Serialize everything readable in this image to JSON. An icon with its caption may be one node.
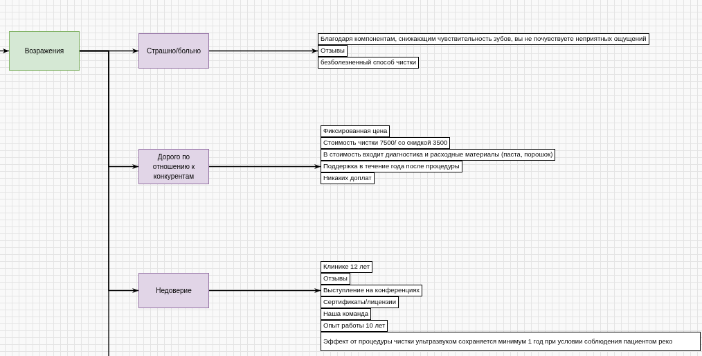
{
  "diagram": {
    "nodes": [
      {
        "text": [
          "Возражения"
        ]
      },
      {
        "text": [
          "Страшно/больно"
        ]
      },
      {
        "text": [
          "Дорого по отношению к конкурентам"
        ]
      },
      {
        "text": [
          "Недоверие"
        ]
      },
      {
        "text": [
          "Благодаря компонентам, снижающим чувствительность зубов, вы не почувствуете неприятных ощущений"
        ]
      },
      {
        "text": [
          "Отзывы"
        ]
      },
      {
        "text": [
          "безболезненный способ чистки"
        ]
      },
      {
        "text": [
          "Фиксированная цена"
        ]
      },
      {
        "text": [
          "Стоимость чистки 7500/ со скидкой 3500"
        ]
      },
      {
        "text": [
          "В стоимость входит диагностика и расходные материалы (паста, порошок)"
        ]
      },
      {
        "text": [
          "Поддержка в течение года после процедуры"
        ]
      },
      {
        "text": [
          "Никаких доплат"
        ]
      },
      {
        "text": [
          "Клинике 12 лет"
        ]
      },
      {
        "text": [
          "Отзывы"
        ]
      },
      {
        "text": [
          "Выступление на конференциях"
        ]
      },
      {
        "text": [
          "Сертификаты/лицензии"
        ]
      },
      {
        "text": [
          "Наша команда"
        ]
      },
      {
        "text": [
          "Опыт работы 10 лет"
        ]
      },
      {
        "text": [
          "Эффект от процедуры чистки ультразвуком сохраняется минимум 1 год при условии соблюдения пациентом реко"
        ]
      }
    ],
    "edges": [
      {
        "from": null,
        "to": 0,
        "arrow": "to"
      },
      {
        "from": 0,
        "to": 1,
        "arrow": "to"
      },
      {
        "from": 0,
        "to": 2,
        "arrow": "to"
      },
      {
        "from": 0,
        "to": 3,
        "arrow": "to"
      },
      {
        "from": 0,
        "to": null,
        "arrow": "none"
      },
      {
        "from": 1,
        "to": 5,
        "arrow": "to"
      },
      {
        "from": 2,
        "to": 10,
        "arrow": "to"
      },
      {
        "from": 3,
        "to": 14,
        "arrow": "to"
      }
    ]
  }
}
